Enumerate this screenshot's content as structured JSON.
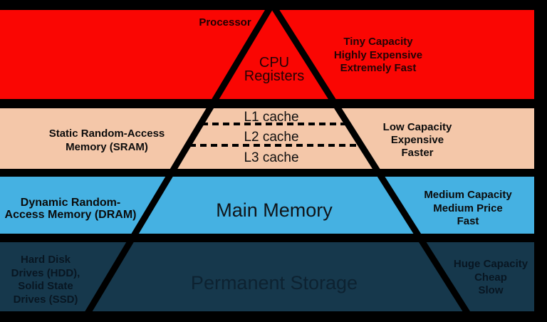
{
  "colors": {
    "background": "#000000",
    "processor_band": "#fa0603",
    "sram_band": "#f4c7a9",
    "dram_band": "#45b1e2",
    "storage_band": "#16384c",
    "pyramid_edge": "#000000"
  },
  "bands": [
    {
      "name": "processor",
      "corner_label": "Processor",
      "center_lines": [
        "CPU",
        "Registers"
      ],
      "right_lines": [
        "Tiny Capacity",
        "Highly Expensive",
        "Extremely Fast"
      ]
    },
    {
      "name": "sram",
      "left_lines": [
        "Static Random-Access",
        "Memory (SRAM)"
      ],
      "center_lines": [
        "L1 cache",
        "L2 cache",
        "L3 cache"
      ],
      "right_lines": [
        "Low Capacity",
        "Expensive",
        "Faster"
      ]
    },
    {
      "name": "dram",
      "left_lines": [
        "Dynamic Random-",
        "Access Memory (DRAM)"
      ],
      "center_label": "Main Memory",
      "right_lines": [
        "Medium Capacity",
        "Medium Price",
        "Fast"
      ]
    },
    {
      "name": "storage",
      "left_lines": [
        "Hard Disk",
        "Drives (HDD),",
        "Solid State",
        "Drives (SSD)"
      ],
      "center_label": "Permanent Storage",
      "right_lines": [
        "Huge Capacity",
        "Cheap",
        "Slow"
      ]
    }
  ]
}
